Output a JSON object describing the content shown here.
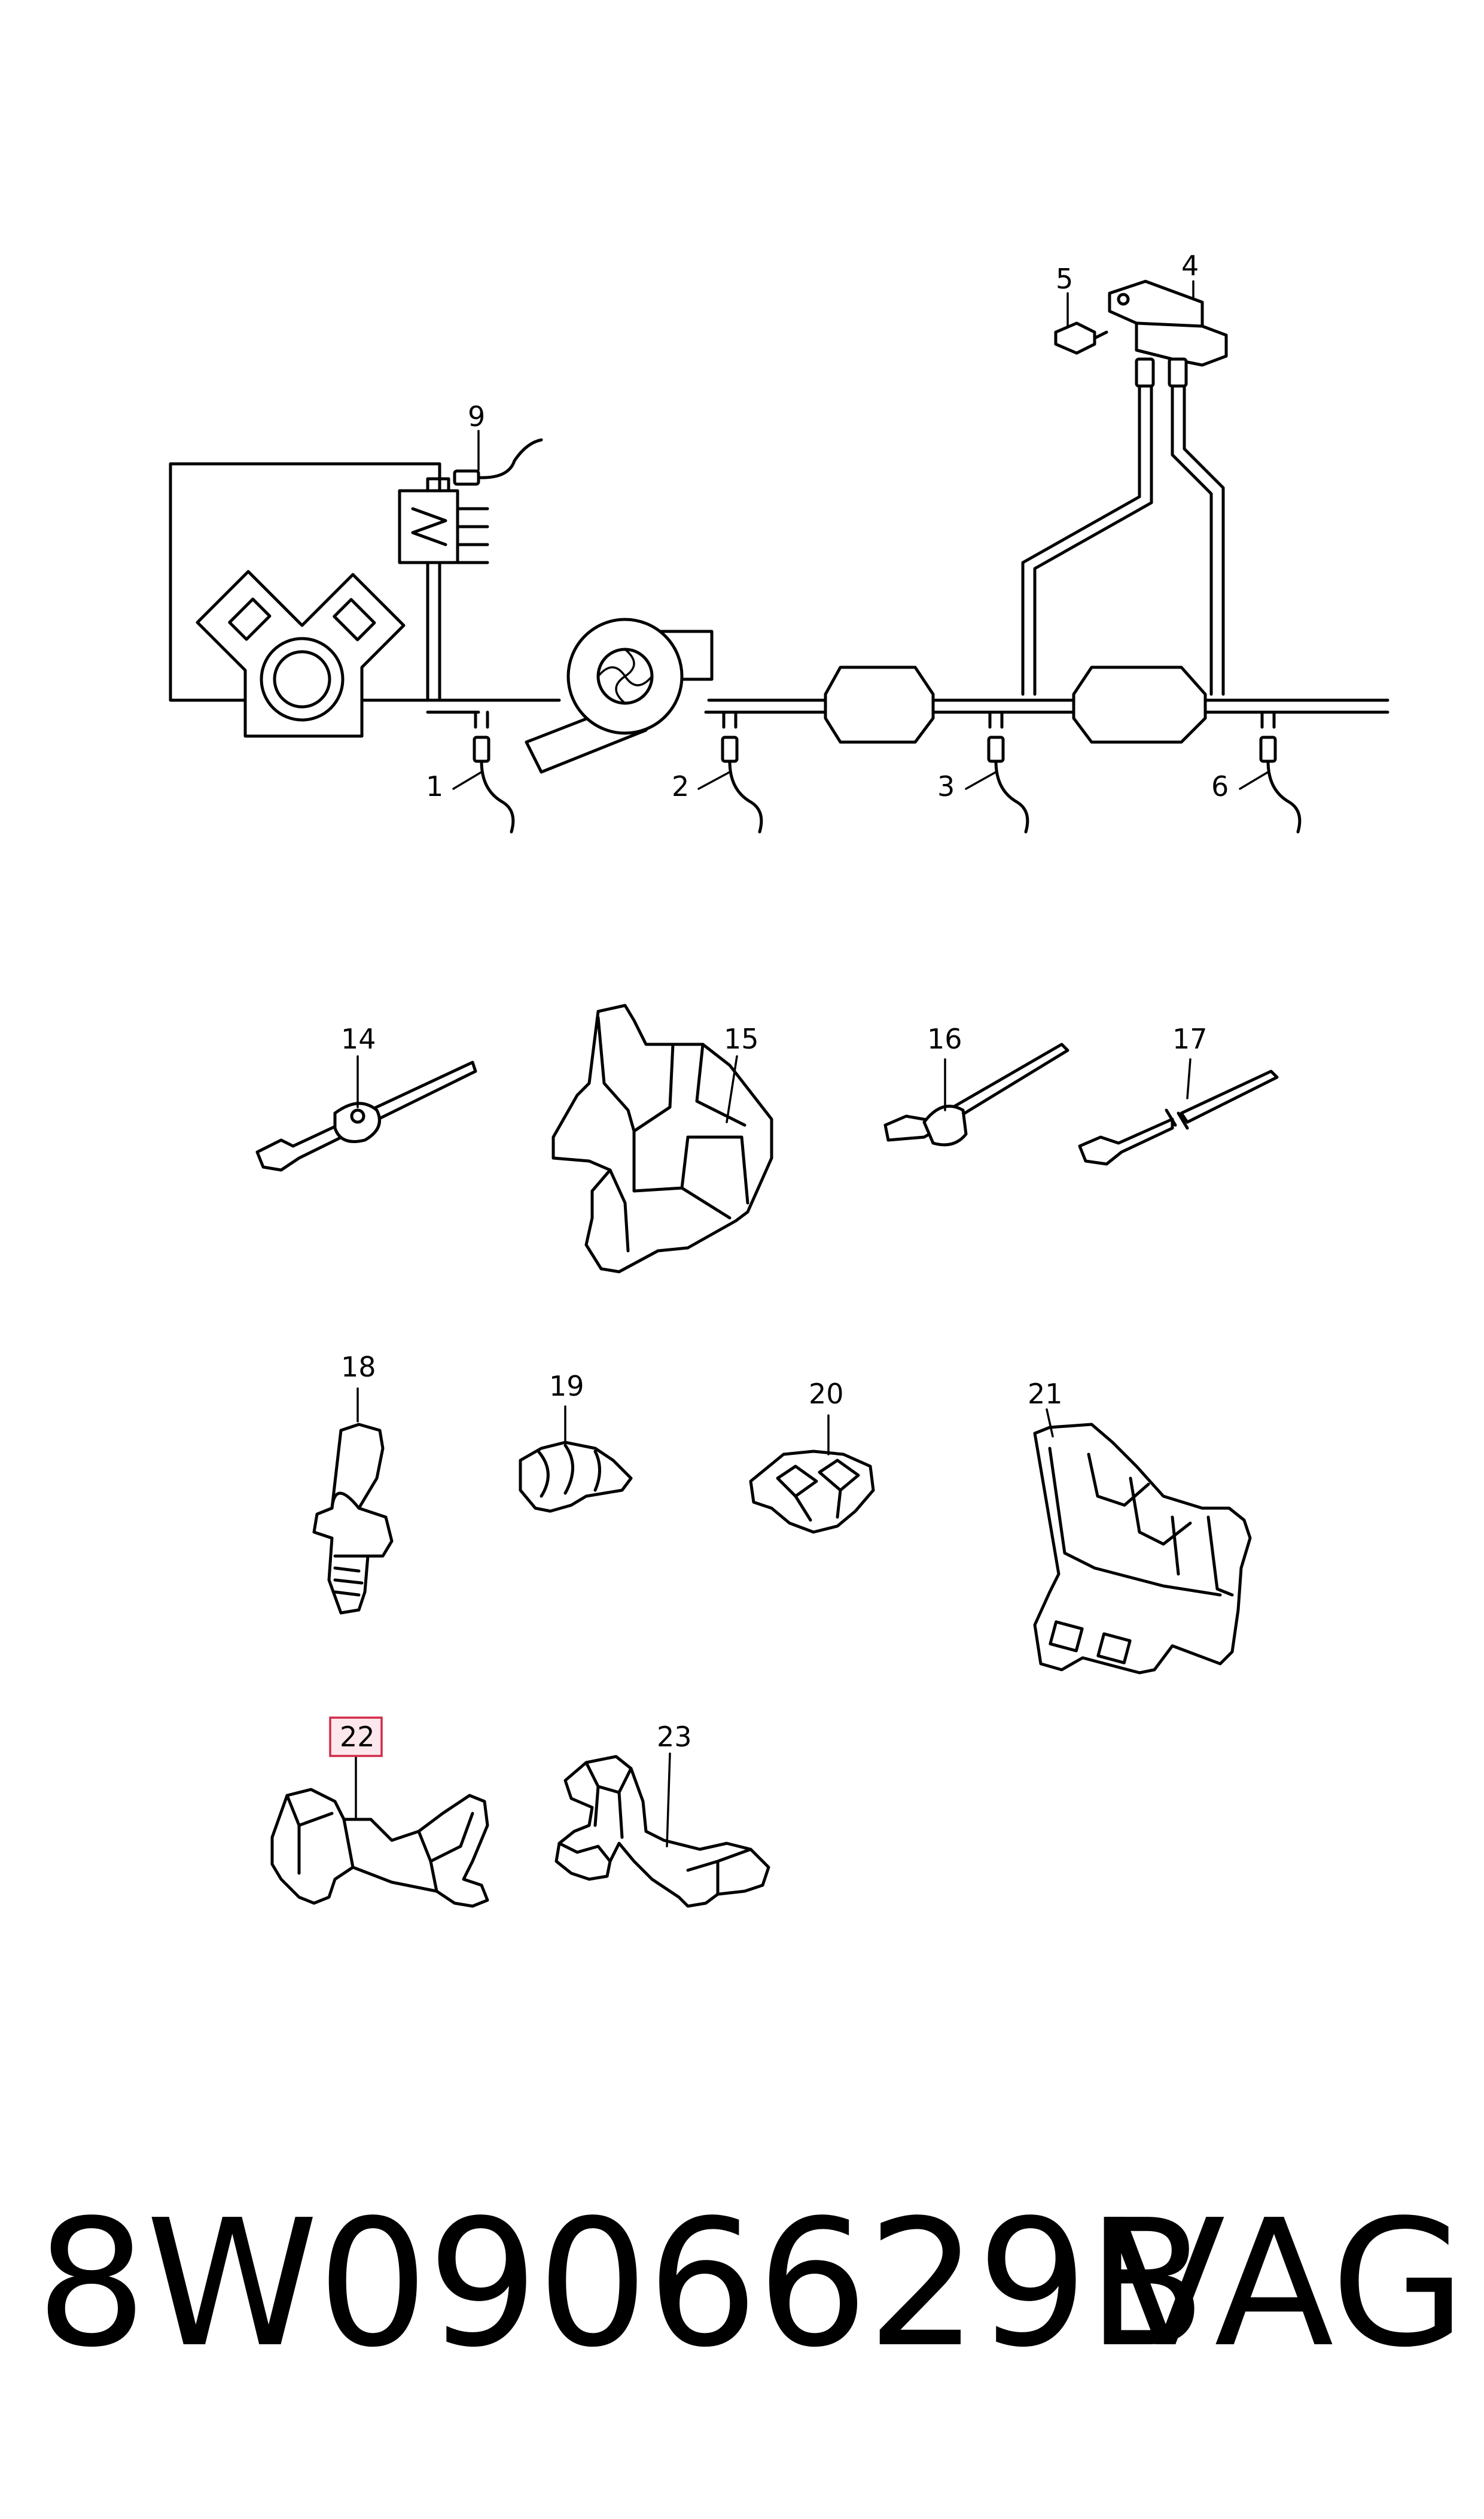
{
  "callouts": {
    "c1": "1",
    "c2": "2",
    "c3": "3",
    "c4": "4",
    "c5": "5",
    "c6": "6",
    "c9": "9",
    "c14": "14",
    "c15": "15",
    "c16": "16",
    "c17": "17",
    "c18": "18",
    "c19": "19",
    "c20": "20",
    "c21": "21",
    "c22": "22",
    "c23": "23"
  },
  "highlighted_callout": "22",
  "colors": {
    "line": "#000000",
    "highlight_fill": "#fce8ec",
    "highlight_stroke": "#d22b4a"
  },
  "footer": {
    "part_number": "8W0906629B",
    "brand": "VAG"
  }
}
